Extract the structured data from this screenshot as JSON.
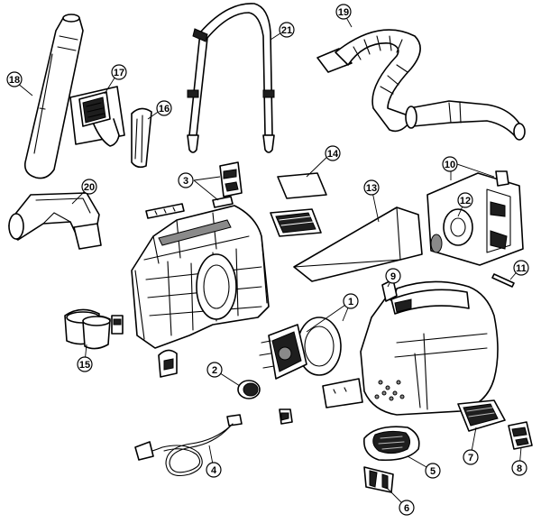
{
  "parts": [
    {
      "id": "p1",
      "label": "1"
    },
    {
      "id": "p2",
      "label": "2"
    },
    {
      "id": "p3",
      "label": "3"
    },
    {
      "id": "p4",
      "label": "4"
    },
    {
      "id": "p5",
      "label": "5"
    },
    {
      "id": "p6",
      "label": "6"
    },
    {
      "id": "p7",
      "label": "7"
    },
    {
      "id": "p8",
      "label": "8"
    },
    {
      "id": "p9",
      "label": "9"
    },
    {
      "id": "p10",
      "label": "10"
    },
    {
      "id": "p11",
      "label": "11"
    },
    {
      "id": "p12",
      "label": "12"
    },
    {
      "id": "p13",
      "label": "13"
    },
    {
      "id": "p14",
      "label": "14"
    },
    {
      "id": "p15",
      "label": "15"
    },
    {
      "id": "p16",
      "label": "16"
    },
    {
      "id": "p17",
      "label": "17"
    },
    {
      "id": "p18",
      "label": "18"
    },
    {
      "id": "p19",
      "label": "19"
    },
    {
      "id": "p20",
      "label": "20"
    },
    {
      "id": "p21",
      "label": "21"
    }
  ]
}
